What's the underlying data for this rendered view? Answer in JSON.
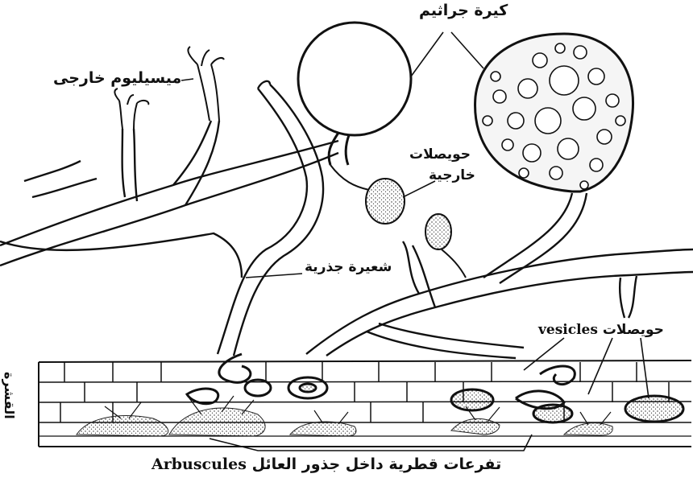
{
  "labels": {
    "spore": "كيرة جراثيم",
    "external_mycelium": "ميسيليوم خارجى",
    "external_vesicles_line1": "حويصلات",
    "external_vesicles_line2": "خارجية",
    "root_hair": "شعيرة جذرية",
    "vesicles_en": "vesicles",
    "vesicles_ar": "حويصلات",
    "cortex": "القشرة",
    "arbuscules_ar": "تفرعات قطرية داخل جذور العائل",
    "arbuscules_en": "Arbuscules"
  },
  "colors": {
    "ink": "#111111",
    "background": "#ffffff"
  }
}
